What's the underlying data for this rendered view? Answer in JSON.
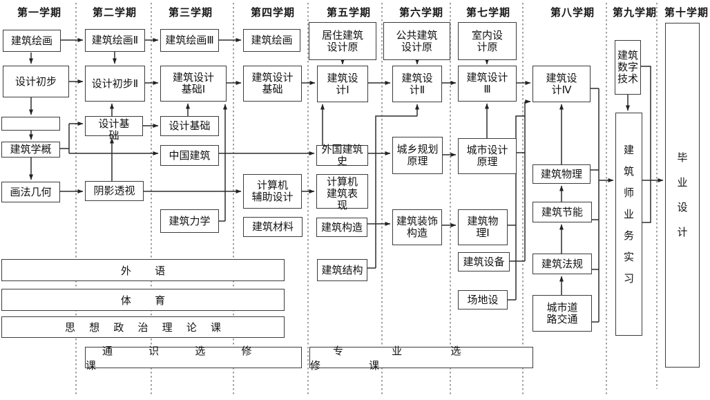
{
  "semesters": [
    {
      "label": "第一学期"
    },
    {
      "label": "第二学期"
    },
    {
      "label": "第三学期"
    },
    {
      "label": "第四学期"
    },
    {
      "label": "第五学期"
    },
    {
      "label": "第六学期"
    },
    {
      "label": "第七学期"
    },
    {
      "label": "第八学期"
    },
    {
      "label": "第九学期"
    },
    {
      "label": "第十学期"
    }
  ],
  "courses": {
    "building_drawing_1": {
      "label": "建筑绘画"
    },
    "design_preliminary_1": {
      "label": "设计初步"
    },
    "unlabeled_box": {
      "label": ""
    },
    "architecture_intro": {
      "label": "建筑学概"
    },
    "descriptive_geometry": {
      "label": "画法几何"
    },
    "building_drawing_2": {
      "label": "建筑绘画Ⅱ"
    },
    "design_preliminary_2": {
      "label": "设计初步Ⅱ"
    },
    "design_basis_sem2": {
      "label": "设计基\n础"
    },
    "shadow_perspective": {
      "label": "阴影透视"
    },
    "building_drawing_3": {
      "label": "建筑绘画Ⅲ"
    },
    "architectural_design_basis_1": {
      "label": "建筑设计\n基础Ⅰ"
    },
    "design_basis_sem3": {
      "label": "设计基础"
    },
    "chinese_architecture": {
      "label": "中国建筑"
    },
    "architectural_mechanics": {
      "label": "建筑力学"
    },
    "building_drawing_4": {
      "label": "建筑绘画"
    },
    "architectural_design_basis": {
      "label": "建筑设计\n基础"
    },
    "computer_aided_design": {
      "label": "计算机\n辅助设计"
    },
    "building_materials": {
      "label": "建筑材料"
    },
    "residential_design_principles": {
      "label": "居住建筑\n设计原"
    },
    "architectural_design_1": {
      "label": "建筑设\n计Ⅰ"
    },
    "foreign_architecture_history": {
      "label": "外国建筑史"
    },
    "computer_rendering": {
      "label": "计算机\n建筑表\n现"
    },
    "building_construction": {
      "label": "建筑构造"
    },
    "building_structure": {
      "label": "建筑结构"
    },
    "public_building_design_principles": {
      "label": "公共建筑\n设计原"
    },
    "architectural_design_2": {
      "label": "建筑设\n计Ⅱ"
    },
    "urban_rural_planning_principles": {
      "label": "城乡规划\n原理"
    },
    "decoration_construction": {
      "label": "建筑装饰\n构造"
    },
    "interior_design_principles": {
      "label": "室内设\n计原"
    },
    "architectural_design_3": {
      "label": "建筑设计\nⅢ"
    },
    "urban_design_principles": {
      "label": "城市设计\n原理"
    },
    "building_physics_1": {
      "label": "建筑物\n理Ⅰ"
    },
    "building_equipment": {
      "label": "建筑设备"
    },
    "site_design": {
      "label": "场地设"
    },
    "architectural_design_4": {
      "label": "建筑设\n计Ⅳ"
    },
    "building_physics": {
      "label": "建筑物理"
    },
    "building_energy_saving": {
      "label": "建筑节能"
    },
    "building_regulations": {
      "label": "建筑法规"
    },
    "urban_road_traffic": {
      "label": "城市道\n路交通"
    },
    "digital_technology": {
      "label": "建筑\n数字\n技术"
    },
    "architect_practice": {
      "label": "建\n筑\n师\n业\n务\n实\n习"
    },
    "graduation_project": {
      "label": "毕\n业\n设\n计"
    }
  },
  "bottom_bars": {
    "foreign_language": {
      "label": "外 语"
    },
    "physical_education": {
      "label": "体 育"
    },
    "ideology_politics": {
      "label": "思 想 政 治 理 论 课"
    },
    "general_electives": {
      "label": "通 识 选 修 课"
    },
    "professional_electives": {
      "label": "专 业 选 修 课"
    }
  }
}
